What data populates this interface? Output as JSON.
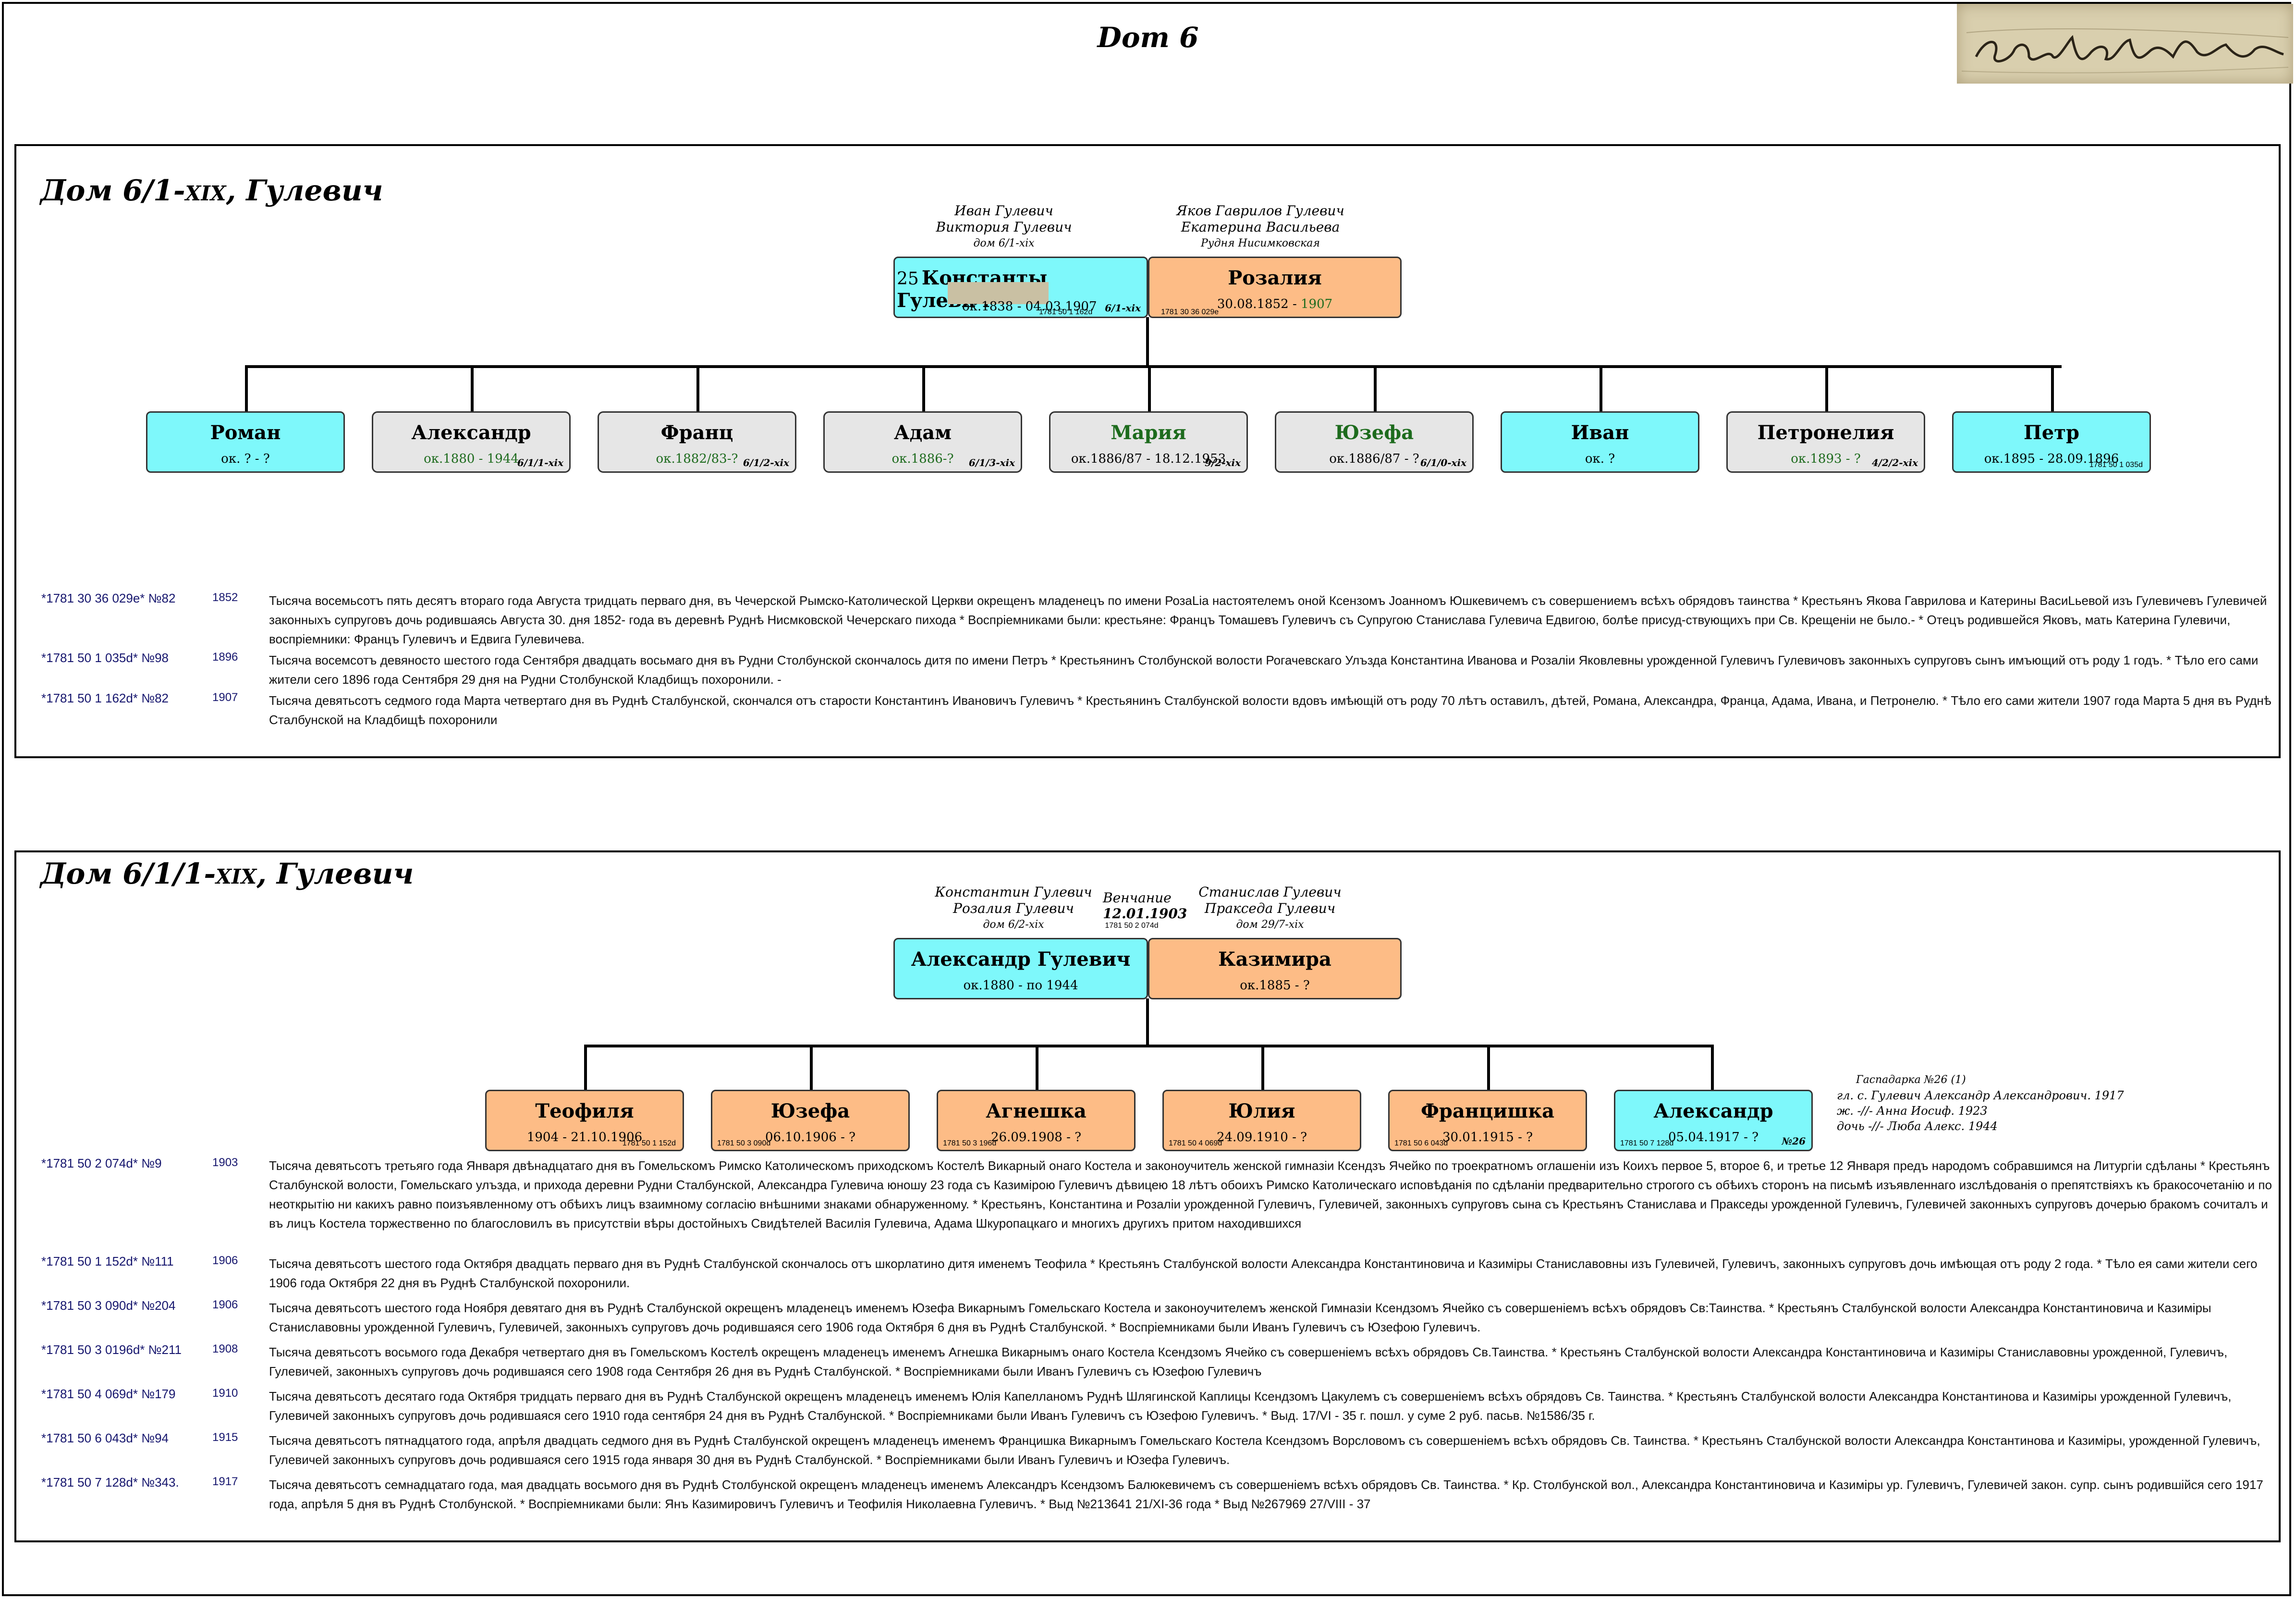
{
  "page": {
    "title": "Dom 6",
    "stamp_text": "Село Рудня Сталбунская"
  },
  "section1": {
    "title_prefix": "Дом 6/1-",
    "title_sc": "xix",
    "title_suffix": ", Гулевич",
    "husband_parents": [
      "Иван Гулевич",
      "Виктория Гулевич"
    ],
    "husband_parents_house": "дом 6/1-xix",
    "wife_parents": [
      "Яков Гаврилов Гулевич",
      "Екатерина Васильева"
    ],
    "wife_parents_place": "Рудня Нисимковская",
    "husband": {
      "num": "25",
      "name": "Константы Гулевич",
      "dates": "ок.1838 - 04.03.1907",
      "ref": "1781 50 1 162d",
      "house": "6/1-xix"
    },
    "wife": {
      "name": "Розалия",
      "dates_a": "30.08.1852 - ",
      "dates_b": "1907",
      "ref": "1781 30 36 029e"
    },
    "children": [
      {
        "name": "Роман",
        "dates": "ок. ? - ?",
        "house": "",
        "ref": "",
        "kind": "male"
      },
      {
        "name": "Александр",
        "dates": "ок.1880 - 1944",
        "house": "6/1/1-xix",
        "ref": "",
        "kind": "grey"
      },
      {
        "name": "Франц",
        "dates": "ок.1882/83-?",
        "house": "6/1/2-xix",
        "ref": "",
        "kind": "grey"
      },
      {
        "name": "Адам",
        "dates": "ок.1886-?",
        "house": "6/1/3-xix",
        "ref": "",
        "kind": "grey"
      },
      {
        "name": "Мария",
        "dates": "ок.1886/87 - 18.12.1953",
        "house": "9/2-xix",
        "ref": "",
        "kind": "grey-green"
      },
      {
        "name": "Юзефа",
        "dates": "ок.1886/87 - ?",
        "house": "6/1/0-xix",
        "ref": "",
        "kind": "grey-green"
      },
      {
        "name": "Иван",
        "dates": "ок. ?",
        "house": "",
        "ref": "",
        "kind": "male"
      },
      {
        "name": "Петронелия",
        "dates": "ок.1893 - ?",
        "house": "4/2/2-xix",
        "ref": "",
        "kind": "grey"
      },
      {
        "name": "Петр",
        "dates": "ок.1895 - 28.09.1896",
        "house": "",
        "ref": "1781 50 1 035d",
        "kind": "male"
      }
    ],
    "records": [
      {
        "code": "*1781 30 36 029e* №82",
        "year": "1852",
        "text": "Тысяча восемьсотъ пять десятъ втораго года Августа тридцать перваго дня, въ Чечерской Рымско-Католической Церкви окрещенъ младенецъ по имени РозаLia настоятелемъ оной Ксензомъ Joанномъ Юшкевичемъ съ совершениемъ всѣхъ обрядовъ таинства * Крестьянъ Якова Гаврилова и Катерины ВасиLьевой изъ Гулевичевъ Гулевичей законныхъ супруговъ дочь родившаясь Августа 30. дня 1852- года въ деревнѣ Руднѣ Нисмковской Чечерскаго пихода * Воспрiемниками были: крестьяне: Францъ Томашевъ Гулевичъ съ Супругою Станислава Гулевича Едвигою, болѣе присуд-ствующихъ при Св. Крещенiи не было.- * Отецъ родившейся Яковъ, мать Катерина Гулевичи, воспрiемники: Францъ Гулевичъ и Едвига Гулевичева."
      },
      {
        "code": "*1781 50 1 035d* №98",
        "year": "1896",
        "text": "Тысяча восемсотъ девяносто шестого года Сентября двадцать восьмаго дня въ Рудни Столбунской скончалось дитя по имени Петръ * Крестьянинъ Столбунской волости Рогачевскаго Улъзда Константина Иванова и Розалiи Яковлевны урожденной Гулевичъ Гулевичовъ законныхъ супруговъ сынъ имъющий отъ роду 1 годъ. * Тѣло его сами жители сего 1896 года Сентября 29 дня на Рудни Столбунской Кладбищъ похоронили. -"
      },
      {
        "code": "*1781 50 1 162d* №82",
        "year": "1907",
        "text": "Тысяча девятьсотъ седмого года Марта четвертаго дня въ Руднѣ Сталбунской, скончался отъ старости Константинъ Ивановичъ Гулевичъ * Крестьянинъ Сталбунской волости вдовъ имѣющій отъ роду 70 лѣтъ оставилъ, дѣтей, Романа, Александра, Франца, Адама, Ивана, и Петронелю. * Тѣло его сами жители 1907 года Марта 5 дня въ Руднѣ Сталбунской на Кладбищѣ похоронили"
      }
    ]
  },
  "section2": {
    "title_prefix": "Дом 6/1/1-",
    "title_sc": "xix",
    "title_suffix": ", Гулевич",
    "husband_parents": [
      "Константин Гулевич",
      "Розалия Гулевич"
    ],
    "husband_parents_house": "дом 6/2-xix",
    "wife_parents": [
      "Станислав Гулевич",
      "Пракседа Гулевич"
    ],
    "wife_parents_house": "дом 29/7-xix",
    "wedding_label": "Венчание",
    "wedding_date": "12.01.1903",
    "wedding_ref": "1781 50 2 074d",
    "husband": {
      "name": "Александр Гулевич",
      "dates": "ок.1880 - по 1944"
    },
    "wife": {
      "name": "Казимира",
      "dates": "ок.1885 - ?"
    },
    "children": [
      {
        "name": "Теофиля",
        "dates": "1904 - 21.10.1906",
        "ref": "1781 50 1 152d",
        "kind": "female",
        "extra": ""
      },
      {
        "name": "Юзефа",
        "dates": "06.10.1906 - ?",
        "ref": "1781 50 3 090d",
        "kind": "female",
        "extra": ""
      },
      {
        "name": "Агнешка",
        "dates": "26.09.1908 - ?",
        "ref": "1781 50 3 196d",
        "kind": "female",
        "extra": ""
      },
      {
        "name": "Юлия",
        "dates": "24.09.1910 - ?",
        "ref": "1781 50 4 069d",
        "kind": "female",
        "extra": ""
      },
      {
        "name": "Францишка",
        "dates": "30.01.1915 - ?",
        "ref": "1781 50 6 043d",
        "kind": "female",
        "extra": ""
      },
      {
        "name": "Александр",
        "dates": "05.04.1917 - ?",
        "ref": "1781 50 7 128d",
        "kind": "male",
        "extra": "№26"
      }
    ],
    "farm_note": {
      "title": "Гаспадарка №26 (1)",
      "lines": [
        "гл. с. Гулевич Александр Александрович. 1917",
        "ж. -//- Анна Иосиф. 1923",
        "дочь -//- Люба Алекс. 1944"
      ]
    },
    "records": [
      {
        "code": "*1781 50 2 074d* №9",
        "year": "1903",
        "text": "Тысяча девятьсотъ третьяго года Января двѣнадцатаго дня въ Гомельскомъ Римско Католическомъ приходскомъ Костелѣ Викарный онаго Костела и законоучитель женской гимназiи Ксендзъ Ячейко по троекратномъ оглашенiи изъ Коихъ первое 5, второе 6, и третье 12 Января предъ народомъ собравшимся на Литургiи сдѣланы * Крестьянъ Сталбунской волости, Гомельскаго улъзда, и прихода деревни Рудни Сталбунской, Александра Гулевича юношу 23 года съ Казимiрою Гулевичъ дѣвицею 18 лѣтъ обоихъ Римско Католическаго исповѣданiя по сдѣланiи предварительно строгого съ обѣихъ сторонъ на письмѣ изъявленнаго изслѣдованiя о препятствiяхъ къ бракосочетанiю и по неоткрытiю ни какихъ равно поизъявленному отъ обѣихъ лицъ взаимному согласiю внѣшними знаками обнаруженному. * Крестьянъ, Константина и Розалiи урожденной Гулевичъ, Гулевичей, законныхъ супруговъ сына съ Крестьянъ Станислава и Пракседы урожденной Гулевичъ, Гулевичей законныхъ супруговъ дочерью бракомъ сочиталъ и въ лицъ Костела торжественно по благословилъ въ присутствiи вѣры достойныхъ Свидѣтелей Василiя Гулевича, Адама Шкуропацкаго и многихъ другихъ притом находившихся"
      },
      {
        "code": "*1781 50 1 152d* №111",
        "year": "1906",
        "text": "Тысяча девятьсотъ шестого года Октября двадцать перваго дня въ Руднѣ Сталбунской скончалось отъ шкорлатино дитя именемъ Теофила * Крестьянъ Сталбунской волости Александра Константиновича и Казимiры Станиславовны изъ Гулевичей, Гулевичъ, законныхъ супруговъ дочь имѣющая отъ роду 2 года. * Тѣло ея сами жители сего 1906 года Октября 22 дня въ Руднѣ Сталбунской похоронили."
      },
      {
        "code": "*1781 50 3 090d* №204",
        "year": "1906",
        "text": "Тысяча девятьсотъ шестого года Ноября девятаго дня въ Руднѣ Сталбунской окрещенъ младенецъ именемъ Юзефа Викарнымъ Гомельскаго Костела и законоучителемъ женской Гимназiи Ксендзомъ Ячейко съ совершенiемъ всѣхъ обрядовъ Св:Таинства. * Крестьянъ Сталбунской волости Александра Константиновича и Казимiры Станиславовны урожденной Гулевичъ, Гулевичей, законныхъ супруговъ дочь родившаяся сего 1906 года Октября 6 дня въ Руднѣ Сталбунской. * Воспрiемниками были Иванъ Гулевичъ съ Юзефою Гулевичъ."
      },
      {
        "code": "*1781 50 3 0196d* №211",
        "year": "1908",
        "text": "Тысяча девятьсотъ восьмого года Декабря четвертаго дня въ Гомельскомъ Костелѣ окрещенъ младенецъ именемъ Агнешка Викарнымъ онаго Костела Ксендзомъ Ячейко съ совершенiемъ всѣхъ обрядовъ Св.Таинства. * Крестьянъ Сталбунской волости Александра Константиновича и Казимiры Станиславовны урожденной, Гулевичъ, Гулевичей, законныхъ супруговъ дочь родившаяся сего 1908 года Сентября 26 дня въ Руднѣ Сталбунской. * Воспрiемниками были Иванъ Гулевичъ съ Юзефою Гулевичъ"
      },
      {
        "code": "*1781 50 4 069d* №179",
        "year": "1910",
        "text": "Тысяча девятьсотъ десятаго года Октября тридцать перваго дня въ Руднѣ Сталбунской окрещенъ младенецъ именемъ Юлiя Капелланомъ Руднѣ Шлягинской Каплицы Ксендзомъ Цакулемъ съ совершенiемъ всѣхъ обрядовъ Св. Таинства. * Крестьянъ Сталбунской волости Александра Константинова и Казимiры урожденной Гулевичъ, Гулевичей законныхъ супруговъ дочь родившаяся сего 1910 года сентября 24 дня въ Руднѣ Сталбунской. * Воспрiемниками были Иванъ Гулевичъ съ Юзефою Гулевичъ. * Выд. 17/VI - 35 г. пошл. у суме 2 руб. пасьв. №1586/35 г."
      },
      {
        "code": "*1781 50 6 043d* №94",
        "year": "1915",
        "text": "Тысяча девятьсотъ пятнадцатого года, апрѣля двадцать седмого дня въ Руднѣ Сталбунской окрещенъ младенецъ именемъ Францишка Викарнымъ Гомельскаго Костела Ксендзомъ Ворсловомъ съ совершенiемъ всѣхъ обрядовъ Св. Таинства. * Крестьянъ Сталбунской волости Александра Константинова и Казимiры, урожденной Гулевичъ, Гулевичей законныхъ супруговъ дочь родившаяся сего 1915 года января 30 дня въ Руднѣ Сталбунской. * Воспрiемниками были Иванъ Гулевичъ и Юзефа Гулевичъ."
      },
      {
        "code": "*1781 50 7 128d* №343.",
        "year": "1917",
        "text": "Тысяча девятьсотъ семнадцатаго года, мая двадцать восьмого дня въ Руднѣ Столбунской окрещенъ младенецъ именемъ Александръ Ксендзомъ Балюкевичемъ съ совершенiемъ всѣхъ обрядовъ Св. Таинства. * Кр. Столбунской вол., Александра Константиновича и Казимiры ур. Гулевичъ, Гулевичей закон. супр. сынъ родившiйся сего 1917 года, апрѣля 5 дня въ Руднѣ Столбунской. * Воспрiемниками были: Янъ Казимировичъ Гулевичъ и Теофилiя Николаевна Гулевичъ. * Выд №213641 21/XI-36 года * Выд №267969 27/VIII - 37"
      }
    ]
  }
}
